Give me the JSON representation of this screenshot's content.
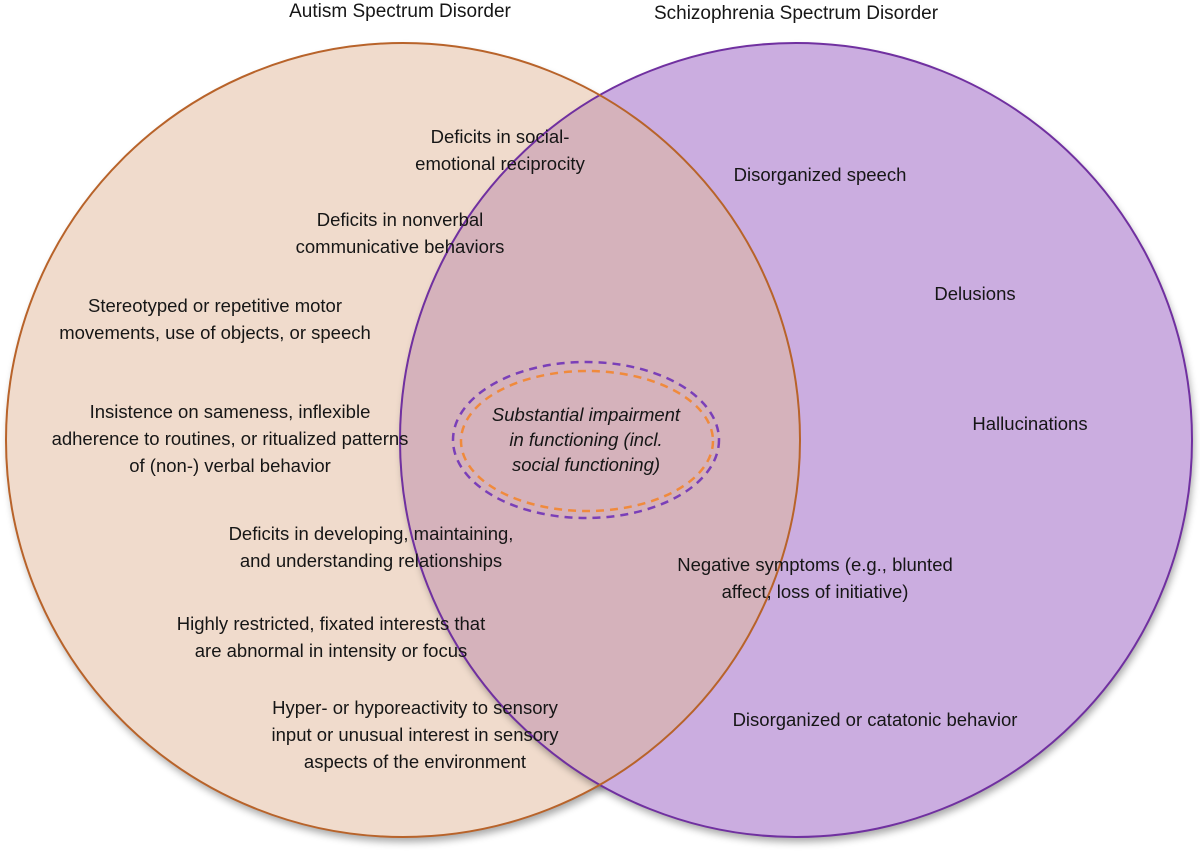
{
  "diagram": {
    "type": "venn",
    "colors": {
      "autism_fill": "#F0DBCC",
      "autism_stroke": "#B8632A",
      "schizo_fill": "#CBADE0",
      "schizo_stroke": "#7030A0",
      "overlap_fill": "#D5B2BB",
      "dashed_orange": "#F08A3C",
      "dashed_purple": "#7A3FB8"
    },
    "sets": [
      {
        "id": "autism",
        "title": "Autism Spectrum Disorder",
        "items": [
          "Deficits in social-\nemotional reciprocity",
          "Deficits in nonverbal\ncommunicative behaviors",
          "Stereotyped or repetitive motor\nmovements, use of objects, or speech",
          "Insistence on sameness, inflexible\nadherence to routines, or ritualized patterns\nof (non-) verbal behavior",
          "Deficits in developing, maintaining,\nand understanding relationships",
          "Highly restricted, fixated interests that\nare abnormal in intensity or focus",
          "Hyper- or hyporeactivity to sensory\ninput or unusual interest in sensory\naspects of the environment"
        ]
      },
      {
        "id": "schizophrenia",
        "title": "Schizophrenia Spectrum Disorder",
        "items": [
          "Disorganized speech",
          "Delusions",
          "Hallucinations",
          "Negative symptoms (e.g., blunted\naffect, loss of initiative)",
          "Disorganized or catatonic behavior"
        ]
      }
    ],
    "shared": {
      "label": "Substantial impairment\nin functioning (incl.\nsocial functioning)"
    }
  }
}
